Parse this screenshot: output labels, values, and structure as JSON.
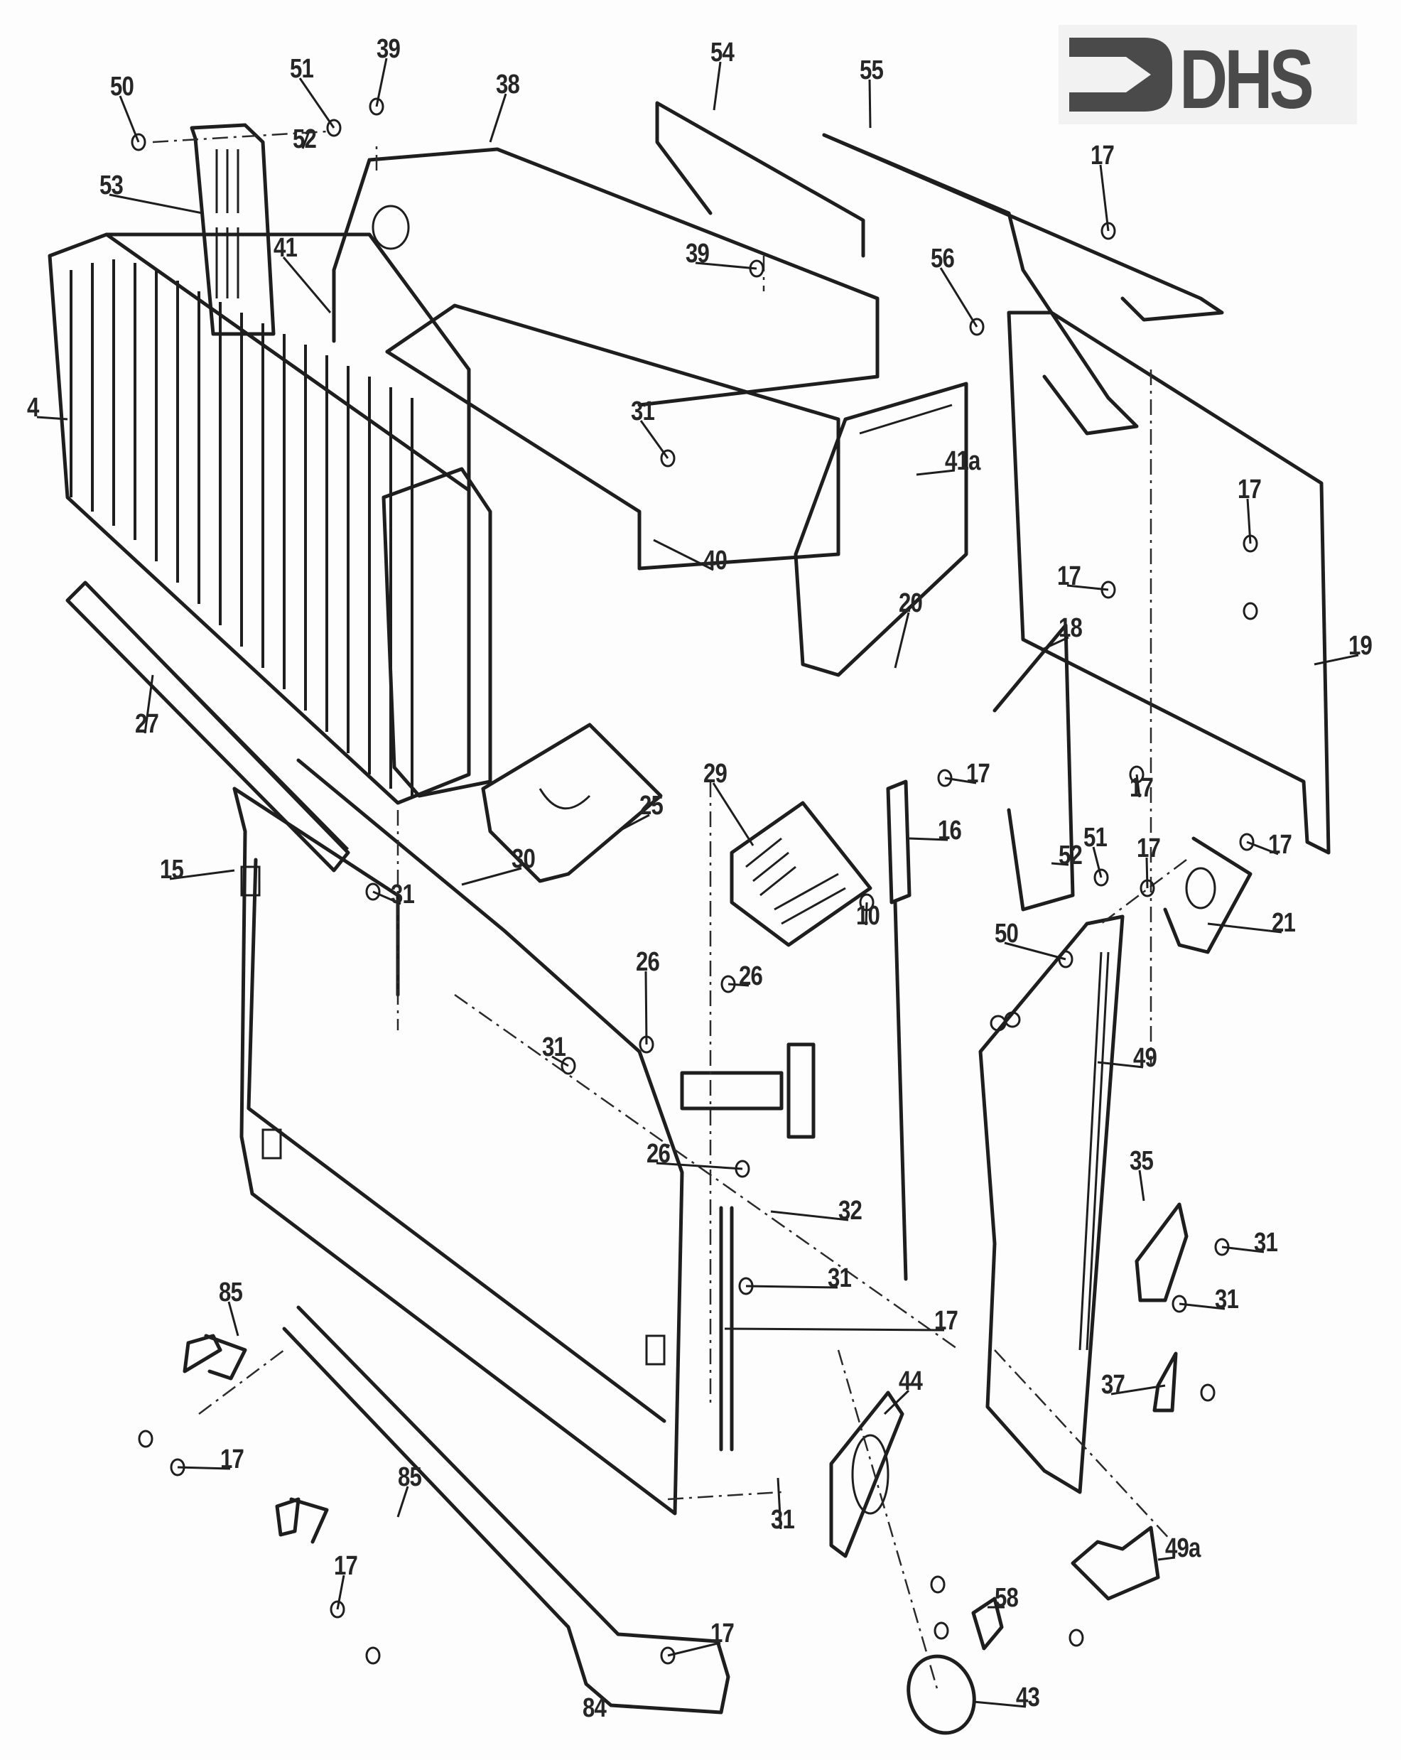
{
  "diagram": {
    "title": "Exploded parts diagram – heater cabinet assembly",
    "type": "exploded-view",
    "logo": {
      "text": "DHS",
      "icon": "arrow-into-bracket-icon",
      "color": "#4a4a4a"
    },
    "line_color": "#1e1e1e",
    "background": "#fdfdfd",
    "part_labels": [
      {
        "id": "50a",
        "text": "50"
      },
      {
        "id": "51a",
        "text": "51"
      },
      {
        "id": "52a",
        "text": "52"
      },
      {
        "id": "39a",
        "text": "39"
      },
      {
        "id": "38",
        "text": "38"
      },
      {
        "id": "54",
        "text": "54"
      },
      {
        "id": "55",
        "text": "55"
      },
      {
        "id": "53",
        "text": "53"
      },
      {
        "id": "17a",
        "text": "17"
      },
      {
        "id": "39b",
        "text": "39"
      },
      {
        "id": "56",
        "text": "56"
      },
      {
        "id": "41",
        "text": "41"
      },
      {
        "id": "4",
        "text": "4"
      },
      {
        "id": "31a",
        "text": "31"
      },
      {
        "id": "41a",
        "text": "41a"
      },
      {
        "id": "17b",
        "text": "17"
      },
      {
        "id": "40",
        "text": "40"
      },
      {
        "id": "17c",
        "text": "17"
      },
      {
        "id": "20",
        "text": "20"
      },
      {
        "id": "18",
        "text": "18"
      },
      {
        "id": "19",
        "text": "19"
      },
      {
        "id": "27",
        "text": "27"
      },
      {
        "id": "29",
        "text": "29"
      },
      {
        "id": "25",
        "text": "25"
      },
      {
        "id": "17d",
        "text": "17"
      },
      {
        "id": "16",
        "text": "16"
      },
      {
        "id": "17e",
        "text": "17"
      },
      {
        "id": "51b",
        "text": "51"
      },
      {
        "id": "52b",
        "text": "52"
      },
      {
        "id": "17f",
        "text": "17"
      },
      {
        "id": "17g",
        "text": "17"
      },
      {
        "id": "15",
        "text": "15"
      },
      {
        "id": "30",
        "text": "30"
      },
      {
        "id": "31b",
        "text": "31"
      },
      {
        "id": "10",
        "text": "10"
      },
      {
        "id": "21",
        "text": "21"
      },
      {
        "id": "50b",
        "text": "50"
      },
      {
        "id": "26a",
        "text": "26"
      },
      {
        "id": "26b",
        "text": "26"
      },
      {
        "id": "31c",
        "text": "31"
      },
      {
        "id": "49",
        "text": "49"
      },
      {
        "id": "26c",
        "text": "26"
      },
      {
        "id": "35",
        "text": "35"
      },
      {
        "id": "32",
        "text": "32"
      },
      {
        "id": "31d",
        "text": "31"
      },
      {
        "id": "31e",
        "text": "31"
      },
      {
        "id": "31f",
        "text": "31"
      },
      {
        "id": "85a",
        "text": "85"
      },
      {
        "id": "17h",
        "text": "17"
      },
      {
        "id": "37",
        "text": "37"
      },
      {
        "id": "44",
        "text": "44"
      },
      {
        "id": "17i",
        "text": "17"
      },
      {
        "id": "31g",
        "text": "31"
      },
      {
        "id": "85b",
        "text": "85"
      },
      {
        "id": "49a",
        "text": "49a"
      },
      {
        "id": "17j",
        "text": "17"
      },
      {
        "id": "58",
        "text": "58"
      },
      {
        "id": "17k",
        "text": "17"
      },
      {
        "id": "84",
        "text": "84"
      },
      {
        "id": "43",
        "text": "43"
      }
    ]
  }
}
